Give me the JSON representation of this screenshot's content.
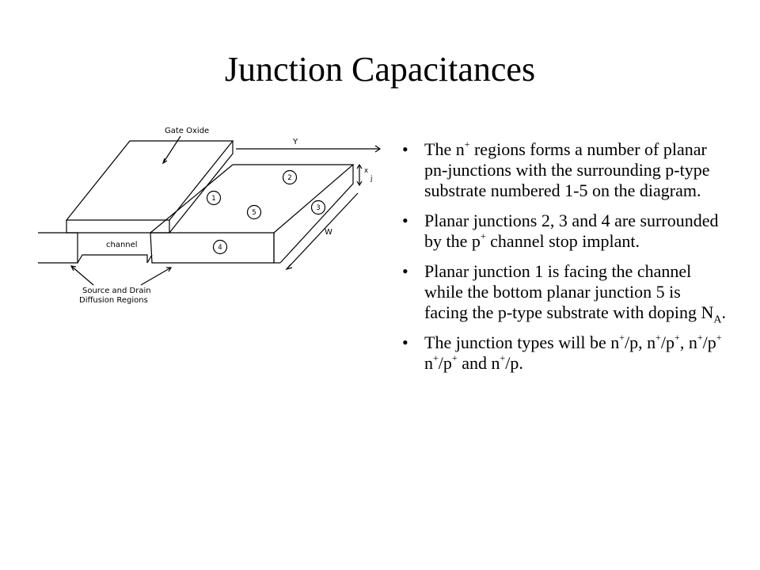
{
  "title": "Junction Capacitances",
  "figure": {
    "gate_oxide_label": "Gate Oxide",
    "y_label": "Y",
    "w_label": "W",
    "xj_label_x": "x",
    "xj_label_j": "j",
    "channel_label": "channel",
    "source_drain_label_line1": "Source and Drain",
    "source_drain_label_line2": "Diffusion Regions",
    "junction_numbers": [
      "1",
      "2",
      "3",
      "4",
      "5"
    ]
  },
  "bullets": [
    {
      "parts": [
        "The n",
        "+",
        " regions forms a number of planar pn-junctions with the surrounding p-type substrate numbered 1-5 on the diagram."
      ]
    },
    {
      "parts": [
        "Planar junctions 2, 3 and 4 are surrounded by the p",
        "+",
        " channel stop implant."
      ]
    },
    {
      "parts": [
        "Planar junction 1 is facing the channel while the bottom planar junction 5 is facing the p-type substrate with doping N",
        "A",
        "."
      ]
    },
    {
      "parts": [
        "The junction types will be n",
        "+",
        "/p, n",
        "+",
        "/p",
        "+",
        ", n",
        "+",
        "/p",
        "+",
        " n",
        "+",
        "/p",
        "+",
        " and n",
        "+",
        "/p."
      ]
    }
  ]
}
